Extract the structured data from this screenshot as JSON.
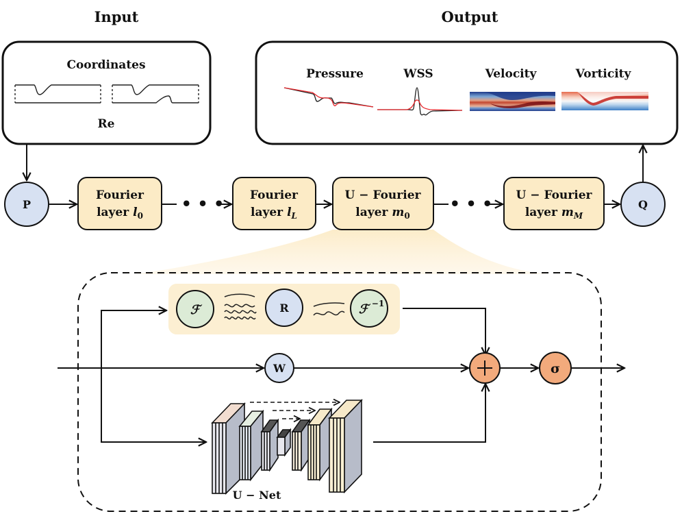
{
  "input": {
    "title": "Input",
    "coordinates_label": "Coordinates",
    "re_label": "Re"
  },
  "output": {
    "title": "Output",
    "fields": [
      {
        "label": "Pressure"
      },
      {
        "label": "WSS"
      },
      {
        "label": "Velocity"
      },
      {
        "label": "Vorticity"
      }
    ]
  },
  "pipeline": {
    "p_node": "P",
    "q_node": "Q",
    "layers": [
      {
        "line1": "Fourier",
        "line2": "layer ",
        "sym": "l",
        "sub": "0"
      },
      {
        "line1": "Fourier",
        "line2": "layer ",
        "sym": "l",
        "sub": "L"
      },
      {
        "line1": "U − Fourier",
        "line2": "layer ",
        "sym": "m",
        "sub": "0"
      },
      {
        "line1": "U − Fourier",
        "line2": "layer ",
        "sym": "m",
        "sub": "M"
      }
    ],
    "ellipsis": "• • •"
  },
  "detail": {
    "fourier_node": "ℱ",
    "r_node": "R",
    "inv_fourier_node": "ℱ",
    "inv_exp": "−1",
    "w_node": "W",
    "plus_node": "+",
    "sigma_node": "σ",
    "unet_label": "U − Net"
  },
  "colors": {
    "layer_fill": "#fcebc6",
    "blue_node": "#d7e1f2",
    "green_node": "#dcebd6",
    "orange_node": "#f2aa7c",
    "spectral_panel": "#fcefd2",
    "unet_block": "#b7bcc9"
  }
}
